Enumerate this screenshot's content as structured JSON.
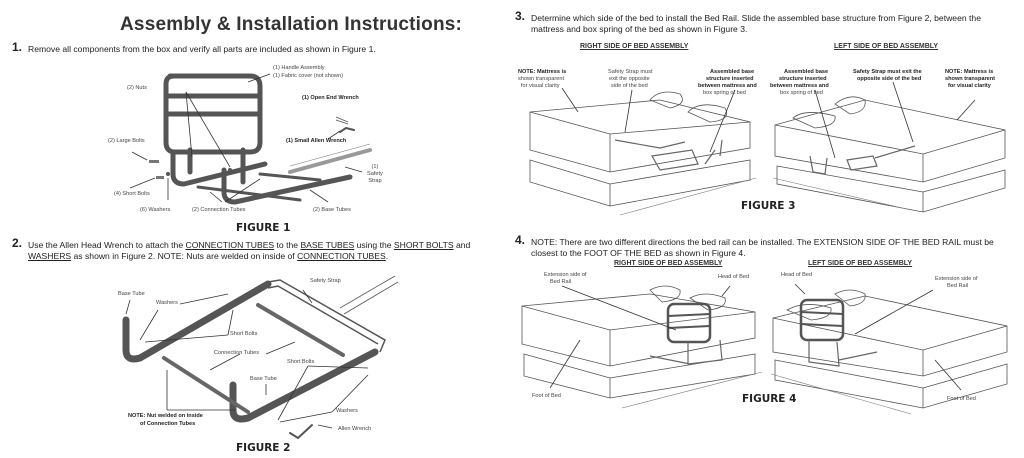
{
  "document": {
    "title": "Assembly & Installation Instructions:"
  },
  "steps": [
    {
      "number": "1.",
      "text": "Remove all components from the box and verify all parts are included as shown in Figure 1."
    },
    {
      "number": "2.",
      "text_parts": [
        "Use the Allen Head Wrench to attach the ",
        "CONNECTION TUBES",
        " to the ",
        "BASE TUBES",
        " using the ",
        "SHORT BOLTS",
        " and ",
        "WASHERS",
        " as shown in Figure 2.  NOTE:  Nuts are welded on inside of ",
        "CONNECTION TUBES",
        "."
      ]
    },
    {
      "number": "3.",
      "text": "Determine which side of the bed to install the Bed Rail.  Slide the assembled base structure from Figure 2, between the mattress and box spring of the bed as shown in Figure 3."
    },
    {
      "number": "4.",
      "text": "NOTE:  There are two different directions the bed rail can be installed. The EXTENSION SIDE OF THE BED RAIL must be closest to the FOOT OF THE BED as shown in Figure 4."
    }
  ],
  "figure1": {
    "label": "FIGURE 1",
    "callouts": {
      "handle": "(1) Handle Assembly",
      "fabric": "(1)  Fabric cover (not shown)",
      "nuts": "(2) Nuts",
      "open_wrench": "(1) Open End Wrench",
      "allen_wrench": "(1) Small Allen Wrench",
      "large_bolts": "(2) Large Bolts",
      "safety_strap": "(1) Safety Strap",
      "short_bolts": "(4) Short Bolts",
      "washers": "(6) Washers",
      "connection_tubes": "(2) Connection Tubes",
      "base_tubes": "(2) Base Tubes"
    }
  },
  "figure2": {
    "label": "FIGURE 2",
    "callouts": {
      "base_tube_1": "Base Tube",
      "washers_1": "Washers",
      "safety_strap": "Safety Strap",
      "short_bolts_1": "Short Bolts",
      "connection_tubes": "Connection Tubes",
      "short_bolts_2": "Short Bolts",
      "base_tube_2": "Base Tube",
      "note_1": "NOTE:  Nut welded on inside",
      "note_2": "of Connection Tubes",
      "washers_2": "Washers",
      "allen_wrench": "Allen Wrench"
    }
  },
  "figure3": {
    "label": "FIGURE 3",
    "right_heading": "RIGHT SIDE OF BED ASSEMBLY",
    "left_heading": "LEFT SIDE OF BED ASSEMBLY",
    "right_callouts": {
      "note": [
        "NOTE:  Mattress is",
        "shown transparent",
        "for visual clarity"
      ],
      "strap": [
        "Safety Strap must",
        "exit the opposite",
        "side of the bed"
      ],
      "base": [
        "Assembled base",
        "structure inserted",
        "between mattress and",
        "box spring of bed"
      ]
    },
    "left_callouts": {
      "base": [
        "Assembled base",
        "structure inserted",
        "between mattress and",
        "box spring of bed"
      ],
      "strap": [
        "Safety Strap must exit the",
        "opposite side of the bed"
      ],
      "note": [
        "NOTE:  Mattress is",
        "shown transparent",
        "for visual clarity"
      ]
    }
  },
  "figure4": {
    "label": "FIGURE 4",
    "right_heading": "RIGHT SIDE OF BED ASSEMBLY",
    "left_heading": "LEFT SIDE OF BED ASSEMBLY",
    "right_callouts": {
      "extension": [
        "Extension side of",
        "Bed Rail"
      ],
      "head": "Head of Bed",
      "foot": "Foot of Bed"
    },
    "left_callouts": {
      "head": "Head of Bed",
      "extension": [
        "Extension side of",
        "Bed Rail"
      ],
      "foot": "Foot of Bed"
    }
  }
}
